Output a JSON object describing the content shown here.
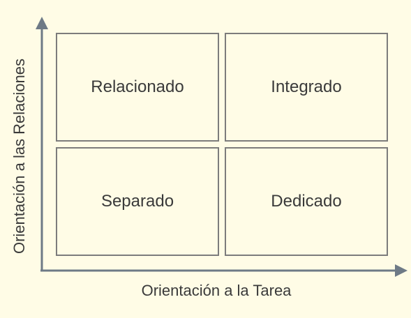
{
  "diagram": {
    "x_axis_label": "Orientación a la Tarea",
    "y_axis_label": "Orientación a las Relaciones",
    "quadrants": {
      "top_left": "Relacionado",
      "top_right": "Integrado",
      "bottom_left": "Separado",
      "bottom_right": "Dedicado"
    }
  },
  "colors": {
    "background": "#fffce6",
    "axis": "#6e7a86",
    "border": "#7c7c7c",
    "text": "#3a3a3a"
  }
}
